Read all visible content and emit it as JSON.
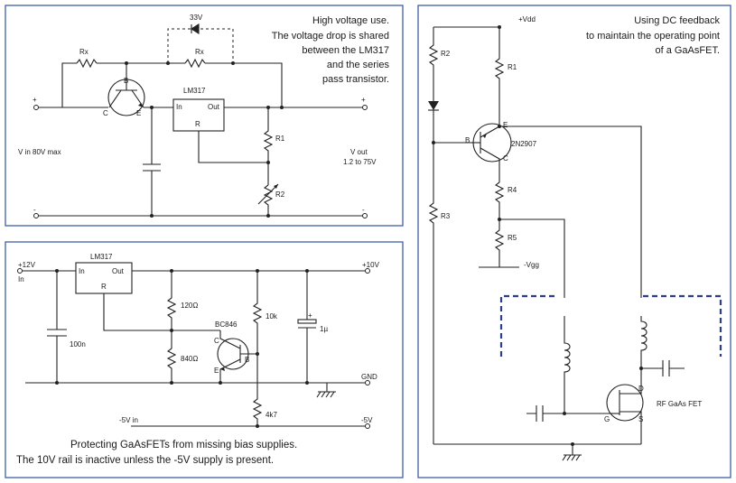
{
  "panel1": {
    "caption": [
      "High voltage use.",
      "The voltage drop is shared",
      "between the LM317",
      "and the series",
      "pass transistor."
    ],
    "zener": "33V",
    "rx1": "Rx",
    "rx2": "Rx",
    "regulator": "LM317",
    "pin_in": "In",
    "pin_out": "Out",
    "pin_r": "R",
    "r1": "R1",
    "r2": "R2",
    "b": "B",
    "c": "C",
    "e": "E",
    "vin": "V in 80V max",
    "vout1": "V out",
    "vout2": "1.2 to 75V",
    "plus_in": "+",
    "plus_out": "+",
    "minus_in": "-",
    "minus_out": "-"
  },
  "panel2": {
    "regulator": "LM317",
    "pin_in": "In",
    "pin_out": "Out",
    "pin_r": "R",
    "in12": "+12V",
    "in12b": "In",
    "out10": "+10V",
    "gnd": "GND",
    "neg5": "-5V",
    "neg5in": "-5V in",
    "c100n": "100n",
    "r120": "120Ω",
    "r840": "840Ω",
    "r10k": "10k",
    "c1u": "1µ",
    "r4k7": "4k7",
    "bc846": "BC846",
    "c": "C",
    "e": "E",
    "b": "B",
    "plus": "+",
    "caption1": "Protecting GaAsFETs from missing bias supplies.",
    "caption2": "The 10V rail is inactive unless the -5V supply is present."
  },
  "panel3": {
    "caption": [
      "Using DC feedback",
      "to maintain the operating point",
      "of a GaAsFET."
    ],
    "vdd": "+Vdd",
    "r1": "R1",
    "r2": "R2",
    "r3": "R3",
    "r4": "R4",
    "r5": "R5",
    "vgg": "-Vgg",
    "transistor": "2N2907",
    "b": "B",
    "c": "C",
    "e": "E",
    "fet": "RF GaAs FET",
    "d": "D",
    "g": "G",
    "s": "S"
  }
}
